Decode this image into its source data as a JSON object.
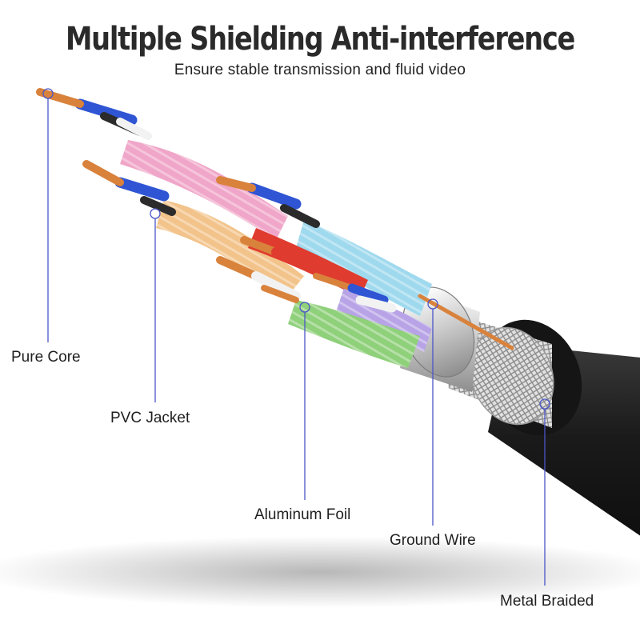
{
  "header": {
    "title": "Multiple Shielding Anti-interference",
    "subtitle": "Ensure stable transmission and fluid video"
  },
  "callouts": [
    {
      "label": "Pure Core"
    },
    {
      "label": "PVC Jacket"
    },
    {
      "label": "Aluminum Foil"
    },
    {
      "label": "Ground Wire"
    },
    {
      "label": "Metal Braided"
    }
  ],
  "colors": {
    "leader_line": "#4a56c8",
    "outer_jacket": "#1c1c1c",
    "braid": "#c8c8c8",
    "foil": "#d9d9d9",
    "copper": "#d9823c",
    "pair_pink": "#f0a6c8",
    "pair_orange": "#f2c38a",
    "pair_cyan": "#9fd9ee",
    "pair_green": "#8fd07a",
    "pair_purple": "#b7a3e6",
    "pair_red": "#e03b2f",
    "insulation_blue": "#2f55d4"
  }
}
